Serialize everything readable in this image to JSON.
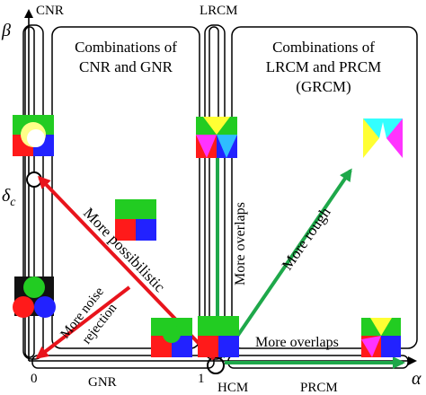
{
  "axes": {
    "x_label": "α",
    "y_label": "β",
    "origin_label": "0",
    "x_unit_label": "1",
    "delta_label": "δ",
    "delta_sub": "c"
  },
  "regions": {
    "cnr": "CNR",
    "lrcm": "LRCM",
    "gnr": "GNR",
    "hcm": "HCM",
    "prcm": "PRCM",
    "combo_left": [
      "Combinations of",
      "CNR and GNR"
    ],
    "combo_right": [
      "Combinations of",
      "LRCM and PRCM",
      "(GRCM)"
    ]
  },
  "arrows": {
    "more_possibilistic": "More possibilistic",
    "more_noise_rejection": [
      "More noise",
      "rejection"
    ],
    "more_overlaps_vertical": "More overlaps",
    "more_rough": "More rough",
    "more_overlaps_horizontal": "More overlaps"
  },
  "colors": {
    "red_arrow": "#e8141c",
    "green_arrow": "#1ea84a",
    "cluster_red": "#ff1a1a",
    "cluster_green": "#22cc22",
    "cluster_blue": "#2222ff",
    "cluster_mix_yellow": "#ffff33",
    "cluster_mix_magenta": "#ff33ff",
    "cluster_mix_cyan": "#33ffff"
  }
}
